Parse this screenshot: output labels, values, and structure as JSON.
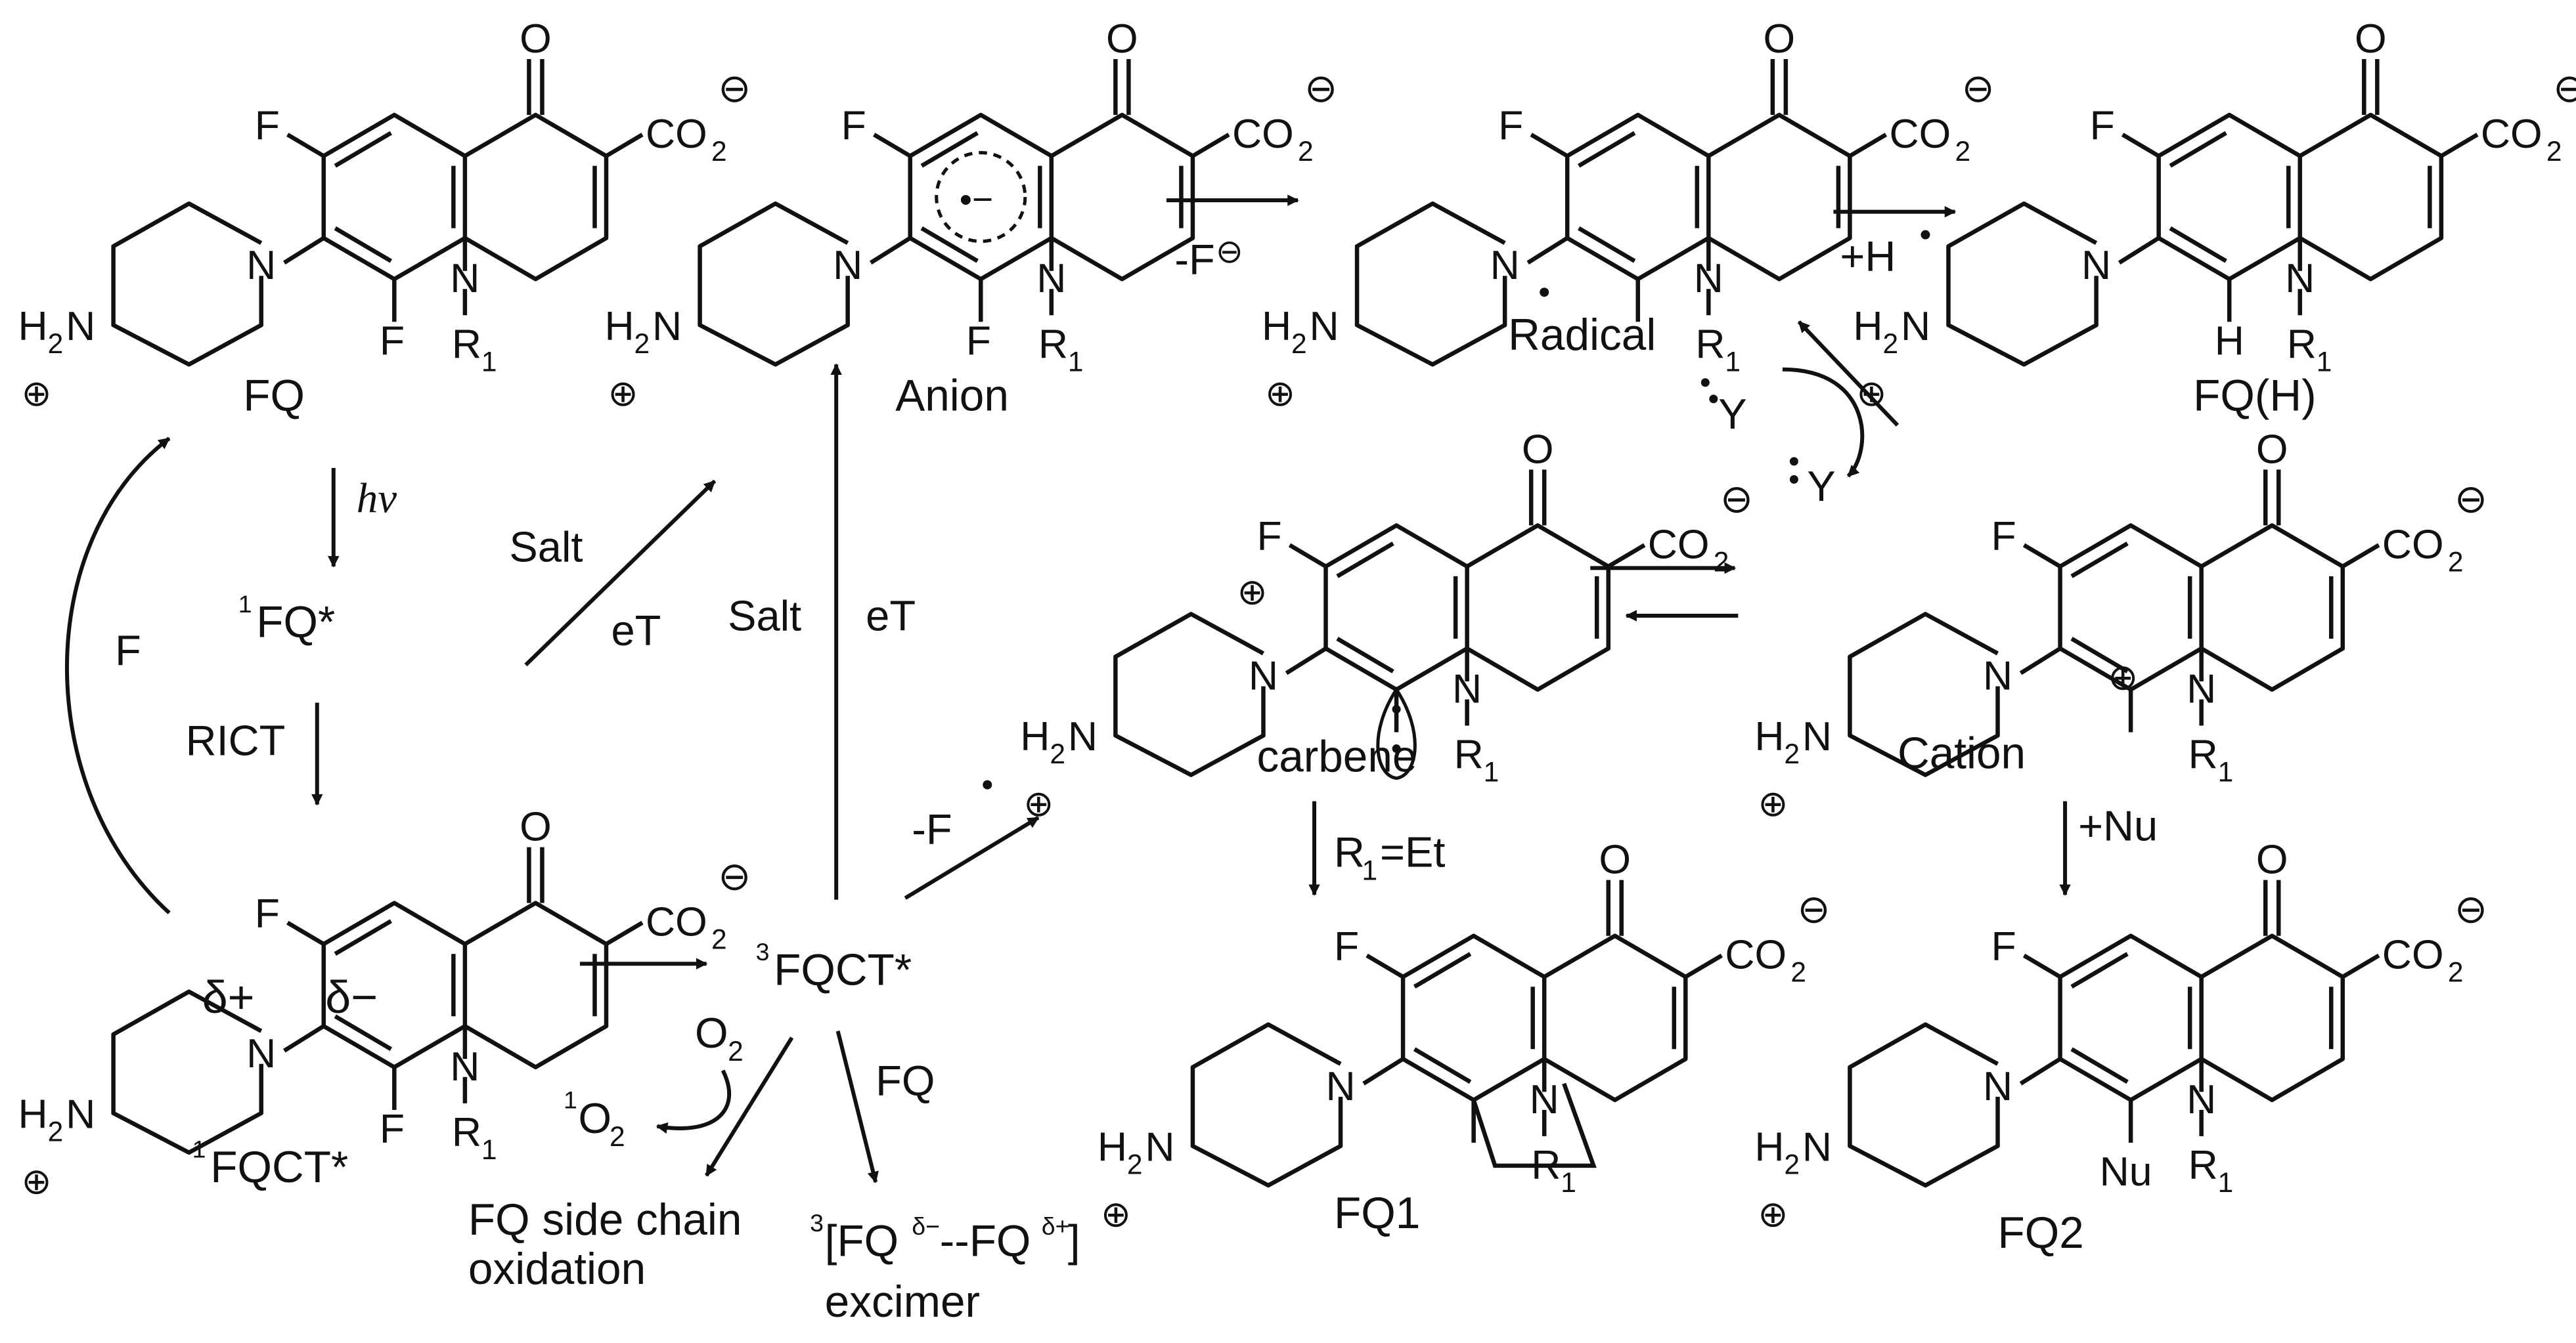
{
  "labels": {
    "fq": "FQ",
    "anion": "Anion",
    "radical": "Radical",
    "fqh": "FQ(H)",
    "singlet_fq": "FQ*",
    "singlet_fq_sup": "1",
    "fqct_singlet": "FQCT*",
    "fqct_singlet_sup": "1",
    "fqct_triplet": "FQCT*",
    "fqct_triplet_sup": "3",
    "carbene": "carbene",
    "cation": "Cation",
    "fq1": "FQ1",
    "fq2": "FQ2",
    "side_chain_line1": "FQ side chain",
    "side_chain_line2": "oxidation",
    "excimer_sup": "3",
    "excimer_main": "[FQ",
    "excimer_dm": "δ−",
    "excimer_mid": "--FQ",
    "excimer_dp": "δ+",
    "excimer_end": "]",
    "excimer_word": "excimer"
  },
  "arrows": {
    "hv": "hν",
    "rict": "RICT",
    "f_return": "F",
    "salt_left": "Salt",
    "et_left": "eT",
    "salt_mid": "Salt",
    "et_mid": "eT",
    "minus_f_anion": "-F",
    "minus_f_anion_charge": "⊖",
    "minus_f_radical": "-F",
    "h_radical": "+H",
    "r1_et": "R",
    "r1_et_sub": "1",
    "r1_et_rest": "=Et",
    "nu": "+Nu",
    "fq_label": "FQ",
    "o2": "O",
    "o2_sub": "2",
    "singlet_o2_sup": "1",
    "singlet_o2": "O",
    "singlet_o2_sub": "2",
    "y_radical_1": "Y",
    "y_radical_2": "Y"
  },
  "atoms": {
    "O": "O",
    "F": "F",
    "N": "N",
    "H": "H",
    "H2N": "H",
    "H2N_sub": "2",
    "H2N_N": "N",
    "CO2": "CO",
    "CO2_sub": "2",
    "R": "R",
    "R_sub": "1",
    "Nu": "Nu",
    "neg": "⊖",
    "pos": "⊕",
    "delta_plus": "δ+",
    "delta_minus": "δ−",
    "ring_anion": "•−"
  }
}
